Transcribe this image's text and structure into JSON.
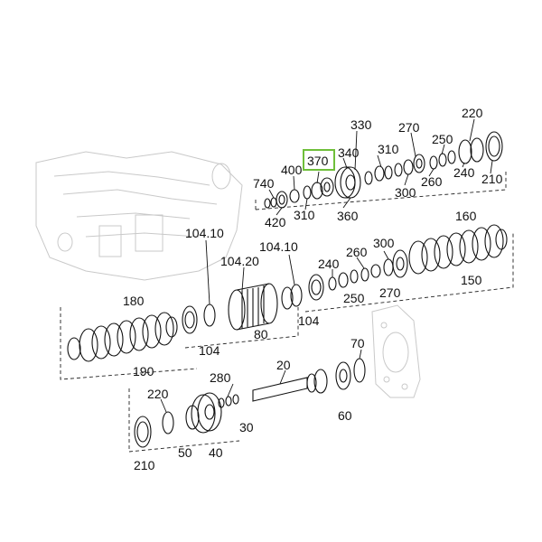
{
  "highlight_color": "#6fbf3a",
  "highlighted_label": "370",
  "labels": [
    {
      "id": "l370",
      "text": "370"
    },
    {
      "id": "l330",
      "text": "330"
    },
    {
      "id": "l270a",
      "text": "270"
    },
    {
      "id": "l220a",
      "text": "220"
    },
    {
      "id": "l340",
      "text": "340"
    },
    {
      "id": "l310a",
      "text": "310"
    },
    {
      "id": "l250a",
      "text": "250"
    },
    {
      "id": "l400",
      "text": "400"
    },
    {
      "id": "l740",
      "text": "740"
    },
    {
      "id": "l240a",
      "text": "240"
    },
    {
      "id": "l210a",
      "text": "210"
    },
    {
      "id": "l300a",
      "text": "300"
    },
    {
      "id": "l260a",
      "text": "260"
    },
    {
      "id": "l420",
      "text": "420"
    },
    {
      "id": "l310b",
      "text": "310"
    },
    {
      "id": "l360",
      "text": "360"
    },
    {
      "id": "l10410a",
      "text": "104.10"
    },
    {
      "id": "l10410b",
      "text": "104.10"
    },
    {
      "id": "l10420",
      "text": "104.20"
    },
    {
      "id": "l160",
      "text": "160"
    },
    {
      "id": "l260b",
      "text": "260"
    },
    {
      "id": "l300b",
      "text": "300"
    },
    {
      "id": "l240b",
      "text": "240"
    },
    {
      "id": "l150",
      "text": "150"
    },
    {
      "id": "l250b",
      "text": "250"
    },
    {
      "id": "l270b",
      "text": "270"
    },
    {
      "id": "l104a",
      "text": "104"
    },
    {
      "id": "l180",
      "text": "180"
    },
    {
      "id": "l80",
      "text": "80"
    },
    {
      "id": "l104b",
      "text": "104"
    },
    {
      "id": "l190",
      "text": "190"
    },
    {
      "id": "l70",
      "text": "70"
    },
    {
      "id": "l20",
      "text": "20"
    },
    {
      "id": "l280",
      "text": "280"
    },
    {
      "id": "l220b",
      "text": "220"
    },
    {
      "id": "l60",
      "text": "60"
    },
    {
      "id": "l30",
      "text": "30"
    },
    {
      "id": "l50",
      "text": "50"
    },
    {
      "id": "l40",
      "text": "40"
    },
    {
      "id": "l210b",
      "text": "210"
    }
  ]
}
